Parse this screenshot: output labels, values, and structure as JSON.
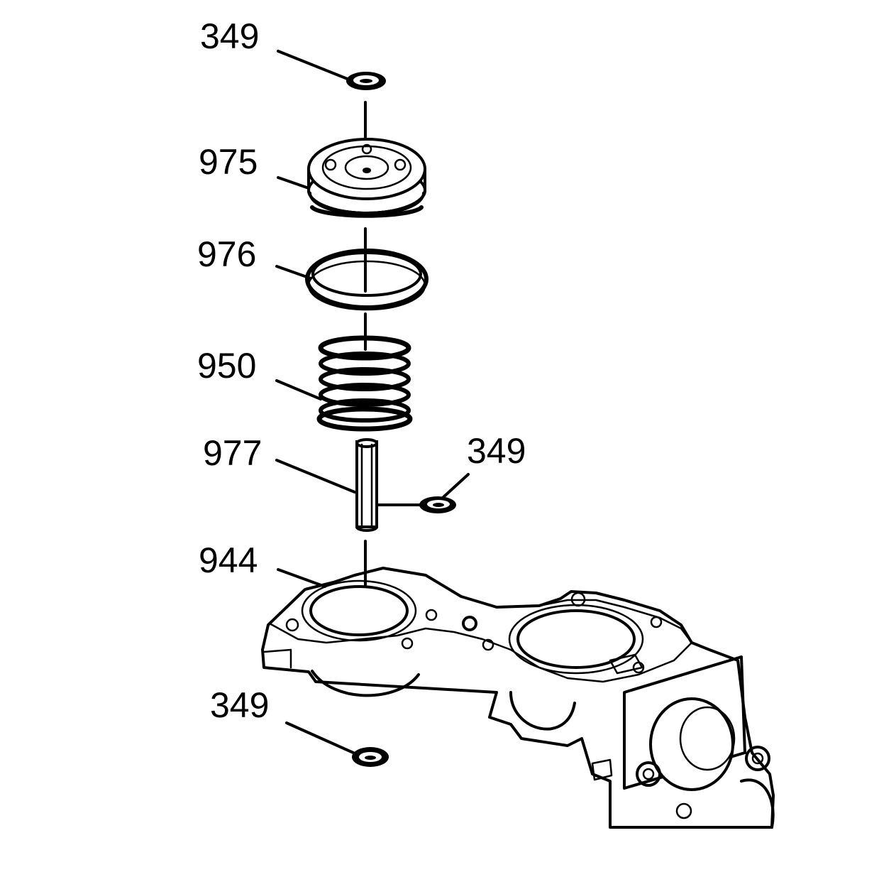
{
  "callouts": {
    "washer_top": "349",
    "cover": "975",
    "seal": "976",
    "spring": "950",
    "pin": "977",
    "washer_side": "349",
    "gasket": "944",
    "washer_bottom": "349"
  },
  "colors": {
    "ink": "#000000",
    "paper": "#ffffff"
  }
}
